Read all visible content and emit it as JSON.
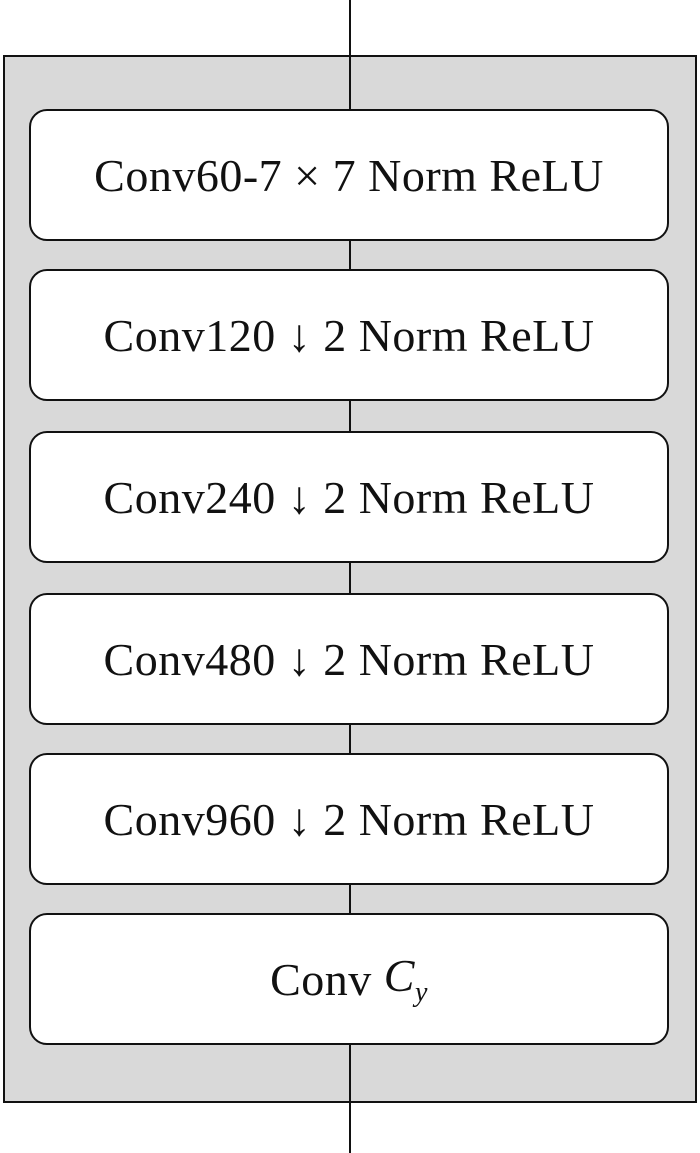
{
  "diagram": {
    "blocks": [
      {
        "label": "Conv60-7 × 7 Norm ReLU"
      },
      {
        "label": "Conv120 ↓ 2 Norm ReLU"
      },
      {
        "label": "Conv240 ↓ 2 Norm ReLU"
      },
      {
        "label": "Conv480 ↓ 2 Norm ReLU"
      },
      {
        "label": "Conv960 ↓ 2 Norm ReLU"
      },
      {
        "label": "Conv",
        "var": "C",
        "sub": "y"
      }
    ]
  }
}
